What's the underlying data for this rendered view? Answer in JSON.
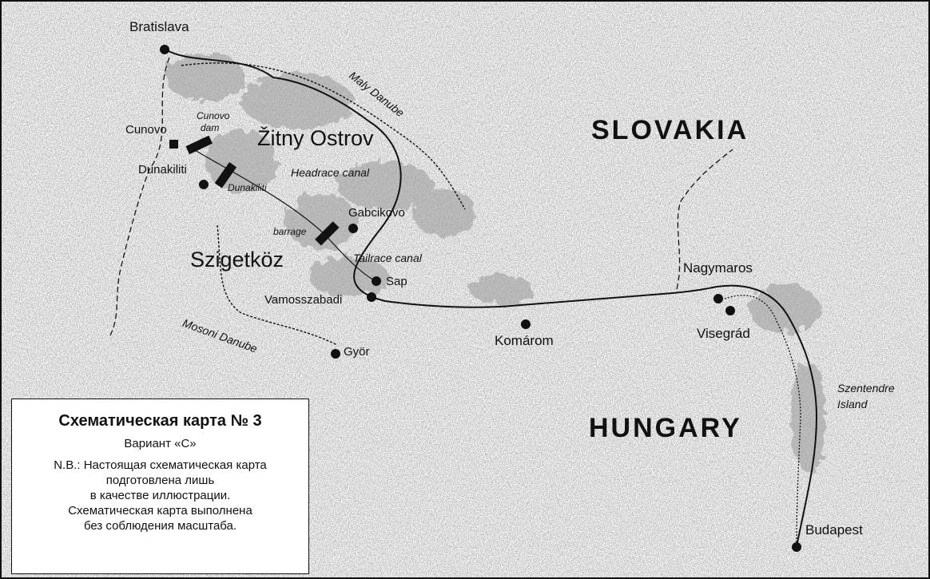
{
  "countries": {
    "slovakia": "SLOVAKIA",
    "hungary": "HUNGARY"
  },
  "regions": {
    "zitny_ostrov": "Žitny Ostrov",
    "szigetkoz": "Szigetköz"
  },
  "cities": {
    "bratislava": "Bratislava",
    "cunovo": "Cunovo",
    "dunakiliti": "Dunakiliti",
    "gabcikovo": "Gabcikovo",
    "sap": "Sap",
    "vamosszabadi": "Vamosszabadi",
    "gyor": "Györ",
    "komarom": "Komárom",
    "nagymaros": "Nagymaros",
    "visegrad": "Visegrád",
    "budapest": "Budapest"
  },
  "features": {
    "cunovo_dam_1": "Cunovo",
    "cunovo_dam_2": "dam",
    "dunakiliti_barrage_1": "Dunakiliti",
    "dunakiliti_barrage_2": "barrage",
    "headrace_canal": "Headrace canal",
    "tailrace_canal": "Tailrace canal",
    "maly_danube": "Maly Danube",
    "mosoni_danube": "Mosoni Danube",
    "szentendre_1": "Szentendre",
    "szentendre_2": "Island"
  },
  "legend": {
    "title": "Схематическая карта № 3",
    "subtitle": "Вариант «С»",
    "note": [
      "N.B.: Настоящая схематическая карта",
      "подготовлена лишь",
      "в качестве иллюстрации.",
      "Схематическая карта выполнена",
      "без соблюдения масштаба."
    ]
  },
  "colors": {
    "ink": "#111111",
    "shade": "#9a9a9a",
    "background": "#ffffff"
  }
}
